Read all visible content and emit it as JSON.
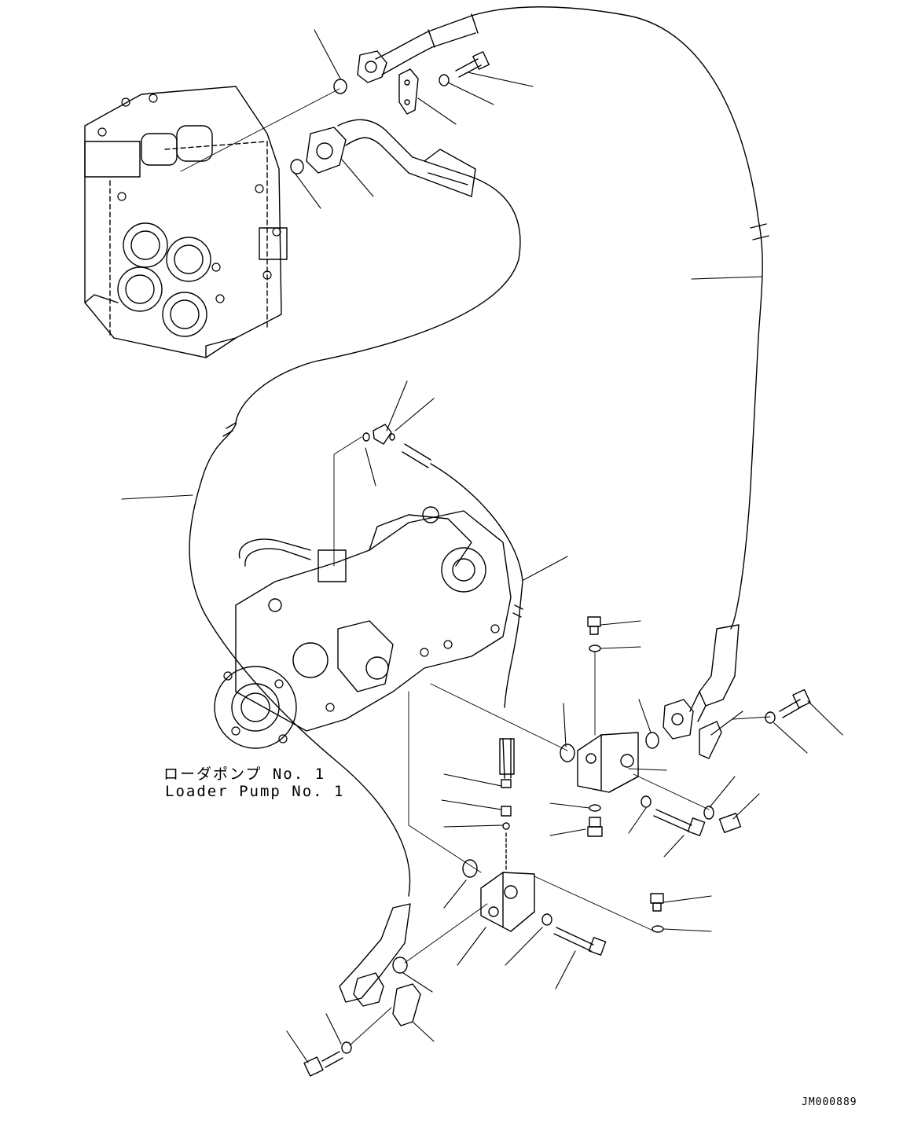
{
  "labels": {
    "pump_name_jp": "ローダポンプ No. 1",
    "pump_name_en": "Loader Pump No. 1",
    "drawing_code": "JM000889"
  }
}
